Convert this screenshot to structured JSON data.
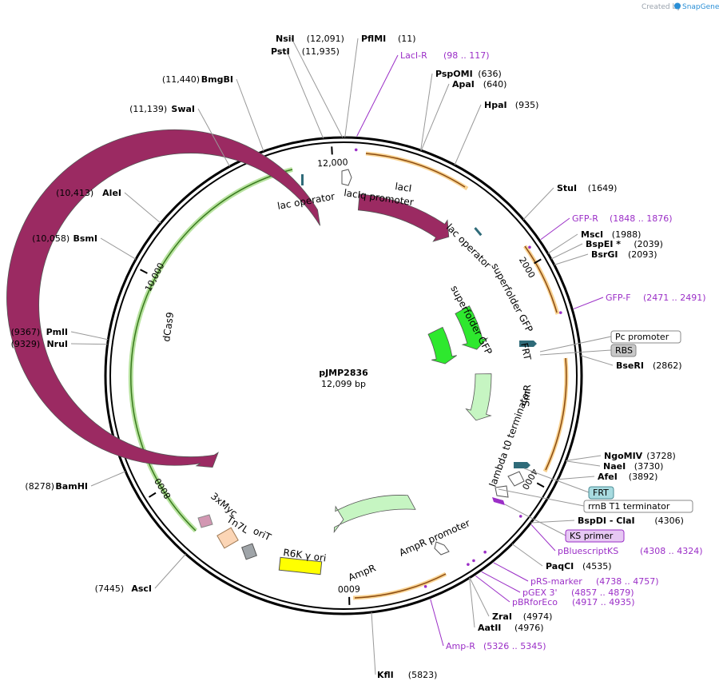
{
  "credit": {
    "prefix": "Created by",
    "brand": "SnapGene"
  },
  "plasmid": {
    "name": "pJMP2836",
    "size_label": "12,099 bp",
    "length": 12099
  },
  "ticks": [
    {
      "bp": 12000,
      "label": "12,000"
    },
    {
      "bp": 2000,
      "label": "2000"
    },
    {
      "bp": 4000,
      "label": "4000"
    },
    {
      "bp": 6000,
      "label": "6000"
    },
    {
      "bp": 8000,
      "label": "8000"
    },
    {
      "bp": 10000,
      "label": "10,000"
    }
  ],
  "sites": [
    {
      "name": "NsiI",
      "pos": "(12,091)",
      "bp": 12091,
      "side": "left"
    },
    {
      "name": "PstI",
      "pos": "(11,935)",
      "bp": 11935,
      "side": "left"
    },
    {
      "name": "BmgBI",
      "pos": "(11,440)",
      "bp": 11440,
      "side": "left"
    },
    {
      "name": "SwaI",
      "pos": "(11,139)",
      "bp": 11139,
      "side": "left"
    },
    {
      "name": "AleI",
      "pos": "(10,413)",
      "bp": 10413,
      "side": "left"
    },
    {
      "name": "BsmI",
      "pos": "(10,058)",
      "bp": 10058,
      "side": "left"
    },
    {
      "name": "PmlI",
      "pos": "(9367)",
      "bp": 9367,
      "side": "left"
    },
    {
      "name": "NruI",
      "pos": "(9329)",
      "bp": 9329,
      "side": "left"
    },
    {
      "name": "BamHI",
      "pos": "(8278)",
      "bp": 8278,
      "side": "left"
    },
    {
      "name": "AscI",
      "pos": "(7445)",
      "bp": 7445,
      "side": "left"
    },
    {
      "name": "KflI",
      "pos": "(5823)",
      "bp": 5823,
      "side": "right"
    },
    {
      "name": "PflMI",
      "pos": "(11)",
      "bp": 11,
      "side": "right"
    },
    {
      "name": "PspOMI",
      "pos": "(636)",
      "bp": 636,
      "side": "right"
    },
    {
      "name": "ApaI",
      "pos": "(640)",
      "bp": 640,
      "side": "right"
    },
    {
      "name": "HpaI",
      "pos": "(935)",
      "bp": 935,
      "side": "right"
    },
    {
      "name": "StuI",
      "pos": "(1649)",
      "bp": 1649,
      "side": "right"
    },
    {
      "name": "MscI",
      "pos": "(1988)",
      "bp": 1988,
      "side": "right"
    },
    {
      "name": "BspEI *",
      "pos": "(2039)",
      "bp": 2039,
      "side": "right"
    },
    {
      "name": "BsrGI",
      "pos": "(2093)",
      "bp": 2093,
      "side": "right"
    },
    {
      "name": "BseRI",
      "pos": "(2862)",
      "bp": 2862,
      "side": "right"
    },
    {
      "name": "NgoMIV",
      "pos": "(3728)",
      "bp": 3728,
      "side": "right"
    },
    {
      "name": "NaeI",
      "pos": "(3730)",
      "bp": 3730,
      "side": "right"
    },
    {
      "name": "AfeI",
      "pos": "(3892)",
      "bp": 3892,
      "side": "right"
    },
    {
      "name": "BspDI - ClaI",
      "pos": "(4306)",
      "bp": 4306,
      "side": "right"
    },
    {
      "name": "PaqCI",
      "pos": "(4535)",
      "bp": 4535,
      "side": "right"
    },
    {
      "name": "ZraI",
      "pos": "(4974)",
      "bp": 4974,
      "side": "right"
    },
    {
      "name": "AatII",
      "pos": "(4976)",
      "bp": 4976,
      "side": "right"
    }
  ],
  "primers": [
    {
      "name": "LacI-R",
      "range": "(98 .. 117)",
      "bp": 107
    },
    {
      "name": "GFP-R",
      "range": "(1848 .. 1876)",
      "bp": 1862
    },
    {
      "name": "GFP-F",
      "range": "(2471 .. 2491)",
      "bp": 2481
    },
    {
      "name": "pBluescriptKS",
      "range": "(4308 .. 4324)",
      "bp": 4316
    },
    {
      "name": "pRS-marker",
      "range": "(4738 .. 4757)",
      "bp": 4747
    },
    {
      "name": "pGEX 3'",
      "range": "(4857 .. 4879)",
      "bp": 4868
    },
    {
      "name": "pBRforEco",
      "range": "(4917 .. 4935)",
      "bp": 4926
    },
    {
      "name": "Amp-R",
      "range": "(5326 .. 5345)",
      "bp": 5335
    }
  ],
  "features": [
    {
      "name": "lacI",
      "start": 170,
      "end": 1250,
      "r": 218,
      "color": "#9b2a62",
      "dir": 1,
      "label_inside": true
    },
    {
      "name": "dCas9",
      "start": 11800,
      "end": 7900,
      "r": 200,
      "color": "#9b2a62",
      "dir": -1,
      "label_inside": false
    },
    {
      "name": "superfolder GFP",
      "start": 2050,
      "end": 2650,
      "r": 170,
      "color": "#2ee82e",
      "dir": 1,
      "label_inside": false
    },
    {
      "name": "superfolder GFP",
      "start": 2150,
      "end": 2800,
      "r": 128,
      "color": "#2ee82e",
      "dir": 1,
      "label_inside": false
    },
    {
      "name": "SmR",
      "start": 3000,
      "end": 3650,
      "r": 175,
      "color": "#c6f5c2",
      "dir": 1,
      "label_inside": true
    },
    {
      "name": "AmpR",
      "start": 5100,
      "end": 6050,
      "r": 180,
      "color": "#c6f5c2",
      "dir": -1,
      "label_inside": true
    }
  ],
  "feature_labels": {
    "lac_operator_top": "lac operator",
    "lacIq_promoter": "lacIq promoter",
    "lac_operator_mid": "lac operator",
    "sfgfp_outer": "superfolder GFP",
    "sfgfp_inner": "superfolder GFP",
    "frt": "FRT",
    "smr": "SmR",
    "lambda": "lambda t0 terminator",
    "ampr": "AmpR",
    "ampr_promoter": "AmpR promoter",
    "r6k": "R6K γ ori",
    "orit": "oriT",
    "tn7l": "Tn7L",
    "myc": "3xMyc",
    "dcas9": "dCas9",
    "laci": "lacI"
  },
  "boxed_labels": [
    {
      "text": "Pc promoter",
      "fill": "#ffffff",
      "border": "#888888"
    },
    {
      "text": "RBS",
      "fill": "#c8c8c8",
      "border": "#888888"
    },
    {
      "text": "FRT",
      "fill": "#a8dbe0",
      "border": "#4c8d96"
    },
    {
      "text": "rrnB T1 terminator",
      "fill": "#ffffff",
      "border": "#888888"
    },
    {
      "text": "KS primer",
      "fill": "#e6c8f3",
      "border": "#9b2fc7"
    }
  ],
  "colors": {
    "backbone": "#000000",
    "feature": "#9b2a62",
    "gfp": "#2ee82e",
    "marker": "#c6f5c2",
    "primer": "#9b2fc7",
    "orf": "#f5b64a"
  }
}
